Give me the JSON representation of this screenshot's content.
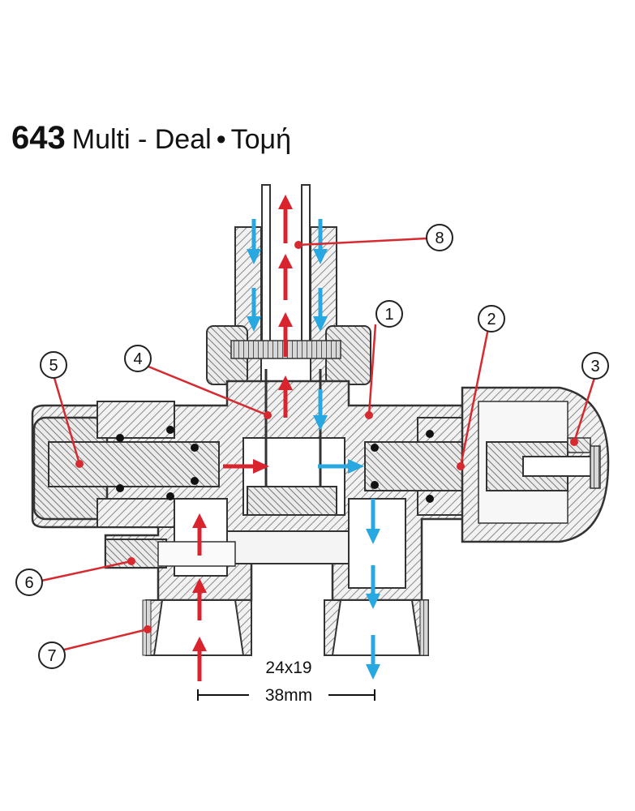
{
  "title": {
    "model": "643",
    "name": "Multi - Deal",
    "separator": "•",
    "subtitle": "Τομή"
  },
  "callouts": [
    "1",
    "2",
    "3",
    "4",
    "5",
    "6",
    "7",
    "8"
  ],
  "dimensions": {
    "pipe": "24x19",
    "spacing": "38mm"
  },
  "colors": {
    "hot": "#d9232d",
    "cold": "#27a8e0",
    "leader": "#d62a30",
    "hatch": "#888888"
  }
}
